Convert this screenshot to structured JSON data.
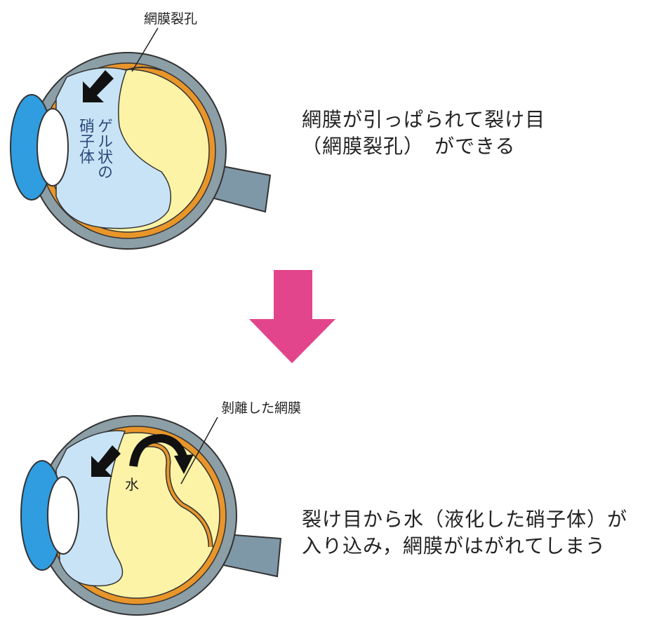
{
  "top": {
    "label_tear": "網膜裂孔",
    "vitreous_label": [
      "ゲル状の",
      "硝子体"
    ],
    "caption": [
      "網膜が引っぱられて裂け目",
      "（網膜裂孔）　ができる"
    ]
  },
  "bottom": {
    "label_detached": "剝離した網膜",
    "label_water": "水",
    "caption": [
      "裂け目から水（液化した硝子体）が",
      "入り込み，網膜がはがれてしまう"
    ]
  },
  "colors": {
    "sclera": "#8c9ea6",
    "retina": "#e8952a",
    "vitreous_gel": "#c9e3f6",
    "liquid": "#fdf3a6",
    "cornea": "#2f9de0",
    "arrow": "#e2458c"
  }
}
